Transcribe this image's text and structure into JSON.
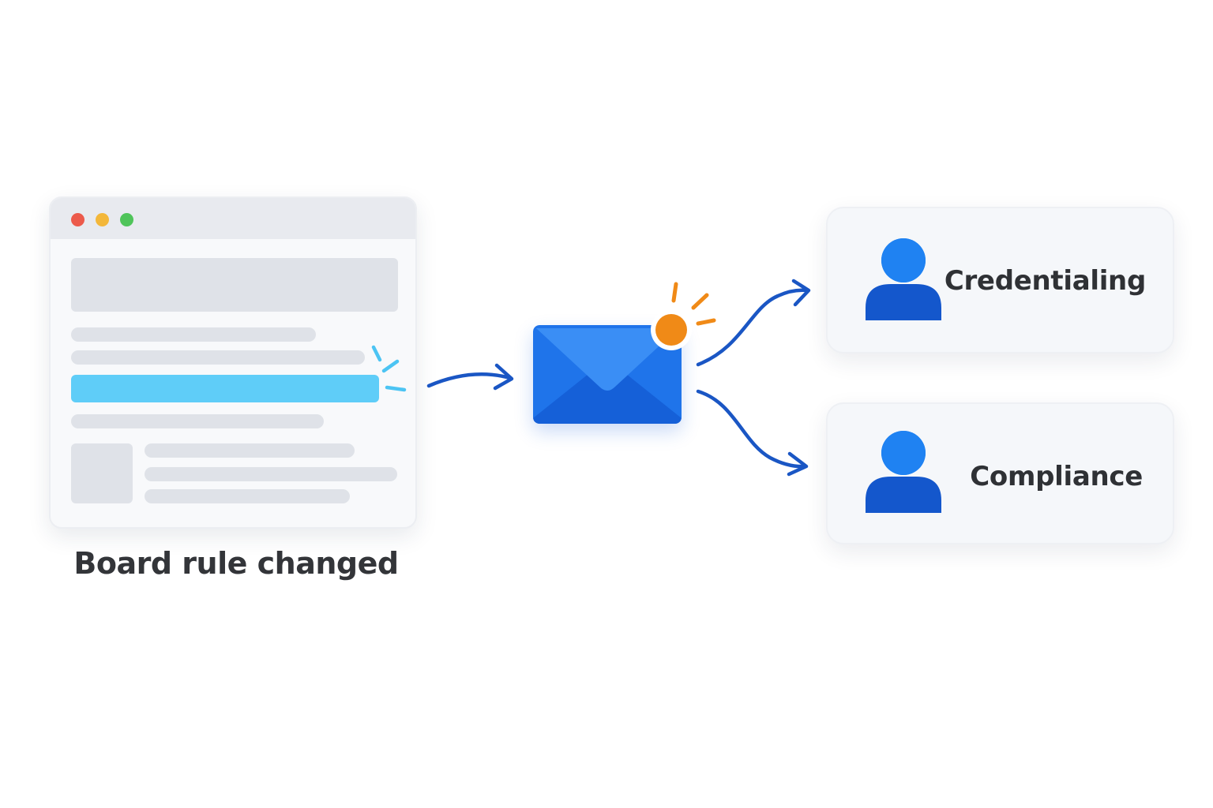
{
  "source": {
    "caption": "Board rule changed",
    "window_dot_colors": [
      "#ec5a4b",
      "#f3b73a",
      "#4fc45a"
    ],
    "highlight_color": "#5fcdf8"
  },
  "notification": {
    "icon": "email-icon",
    "badge_icon": "notification-dot-icon",
    "envelope_color": "#1f74ea",
    "badge_color": "#f08a17"
  },
  "teams": [
    {
      "label": "Credentialing",
      "icon": "person-icon"
    },
    {
      "label": "Compliance",
      "icon": "person-icon"
    }
  ],
  "colors": {
    "arrow": "#1a56c4",
    "person_head": "#1f82f2",
    "person_body": "#1457cc",
    "text": "#2f3135"
  }
}
